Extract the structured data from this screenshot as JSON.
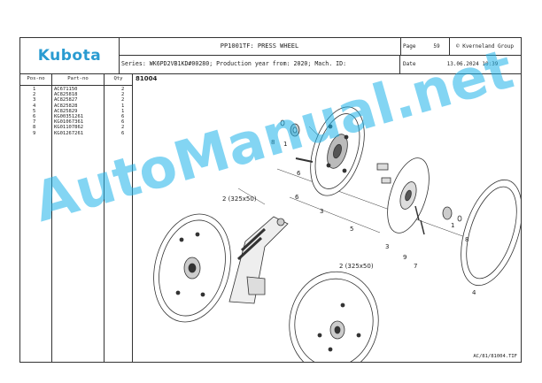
{
  "header": {
    "brand": "Kubota",
    "title": "PP1001TF: PRESS WHEEL",
    "page_label": "Page",
    "page_number": "59",
    "owner": "© Kverneland Group",
    "series": "Series: WK6PD2VB1KD#00280; Production year from: 2020; Mach. ID:",
    "date_label": "Date",
    "date_value": "13.06.2024 10:39"
  },
  "table": {
    "headers": [
      "Pos-no",
      "Part-no",
      "Qty"
    ],
    "pos": [
      "1",
      "2",
      "3",
      "4",
      "5",
      "6",
      "7",
      "8",
      "9"
    ],
    "parts": [
      "AC671150",
      "AC825818",
      "AC825827",
      "AC825828",
      "AC825829",
      "KG00351261",
      "KG01067361",
      "KG01107862",
      "KG01267261"
    ],
    "qty": [
      "2",
      "2",
      "2",
      "1",
      "1",
      "6",
      "6",
      "2",
      "6"
    ]
  },
  "diagram": {
    "code": "81004",
    "labels": {
      "l1a": "1",
      "l1b": "1",
      "l2a": "2 (325x50)",
      "l2b": "2 (325x50)",
      "l3a": "3",
      "l3b": "3",
      "l4": "4",
      "l5": "5",
      "l6a": "6",
      "l6b": "6",
      "l7": "7",
      "l8a": "8",
      "l8b": "8",
      "l9": "9"
    },
    "ref": "AC/81/81004.TIF"
  },
  "watermark": "AutoManual.net"
}
